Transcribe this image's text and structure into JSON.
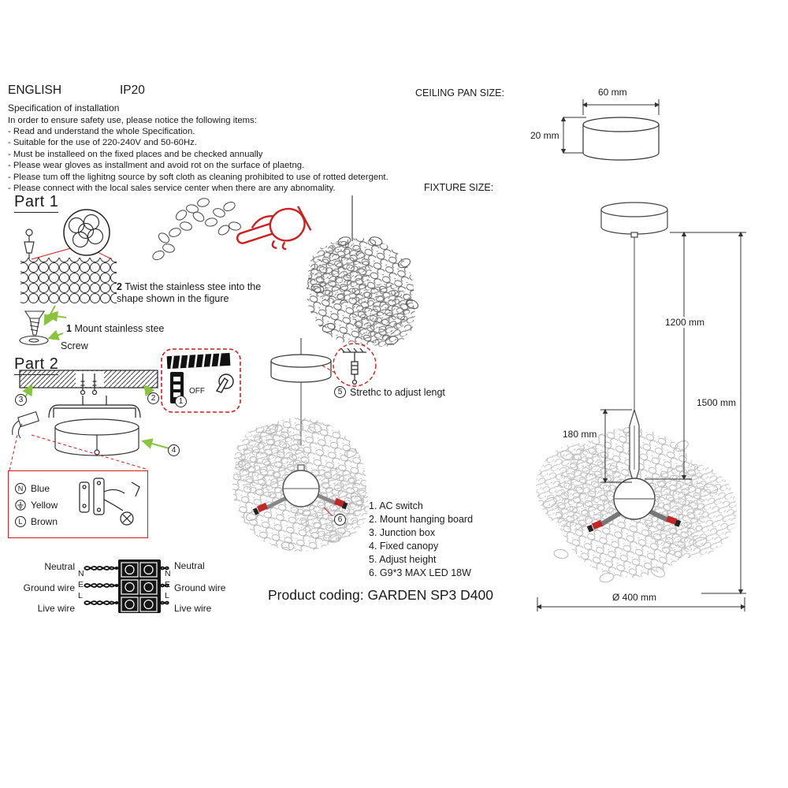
{
  "header": {
    "language": "ENGLISH",
    "ip_rating": "IP20",
    "spec_title": "Specification of installation",
    "spec_intro": "In order to ensure safety use, please notice the following items:",
    "spec_items": [
      "- Read and understand the whole Specification.",
      "- Suitable for the use of 220-240V and 50-60Hz.",
      "- Must be installeed on the fixed places and be checked annually",
      "- Please wear gloves as installment and avoid rot on the surface of plaetng.",
      "- Please tum off the lighitng source by soft cloth as cleaning prohibited to use of rotted detergent.",
      "- Please connect with the local sales service center when there are any abnomality."
    ]
  },
  "ceiling_pan": {
    "label": "CEILING PAN  SIZE:",
    "width_dim": "60 mm",
    "height_dim": "20 mm"
  },
  "fixture_size": {
    "label": "FIXTURE SIZE:",
    "dim_drop": "1200 mm",
    "dim_total": "1500 mm",
    "dim_stem": "180 mm",
    "dim_diameter": "Ø 400 mm"
  },
  "part1": {
    "title": "Part 1",
    "step2_num": "2",
    "step2_text": "Twist  the  stainless  stee  into the shape shown in the figure",
    "step1_num": "1",
    "step1_text": "Mount stainless stee",
    "screw_label": "Screw"
  },
  "part2": {
    "title": "Part 2",
    "switch_label": "OFF",
    "callouts": {
      "c1": "1",
      "c2": "2",
      "c3": "3",
      "c4": "4",
      "c5": "5",
      "c6": "6"
    },
    "adjust_note": "Strethc to adjust lengt",
    "wire_legend": [
      {
        "symbol": "N",
        "color_name": "Blue"
      },
      {
        "symbol": "⏚",
        "color_name": "Yellow"
      },
      {
        "symbol": "L",
        "color_name": "Brown"
      }
    ]
  },
  "parts_list": {
    "items": [
      "1. AC switch",
      "2. Mount hanging board",
      "3. Junction box",
      "4. Fixed canopy",
      "5. Adjust height",
      "6. G9*3 MAX LED 18W"
    ]
  },
  "product_coding": "Product coding: GARDEN SP3 D400",
  "wiring_diagram": {
    "left_labels": [
      "Neutral",
      "Ground wire",
      "Live wire"
    ],
    "right_labels": [
      "Neutral",
      "Ground wire",
      "Live wire"
    ],
    "terminals_left": [
      "N",
      "E",
      "L"
    ],
    "terminals_right": [
      "N",
      "E",
      "L"
    ]
  },
  "colors": {
    "accent_red": "#cf1f1f",
    "accent_green": "#8ac43f"
  }
}
